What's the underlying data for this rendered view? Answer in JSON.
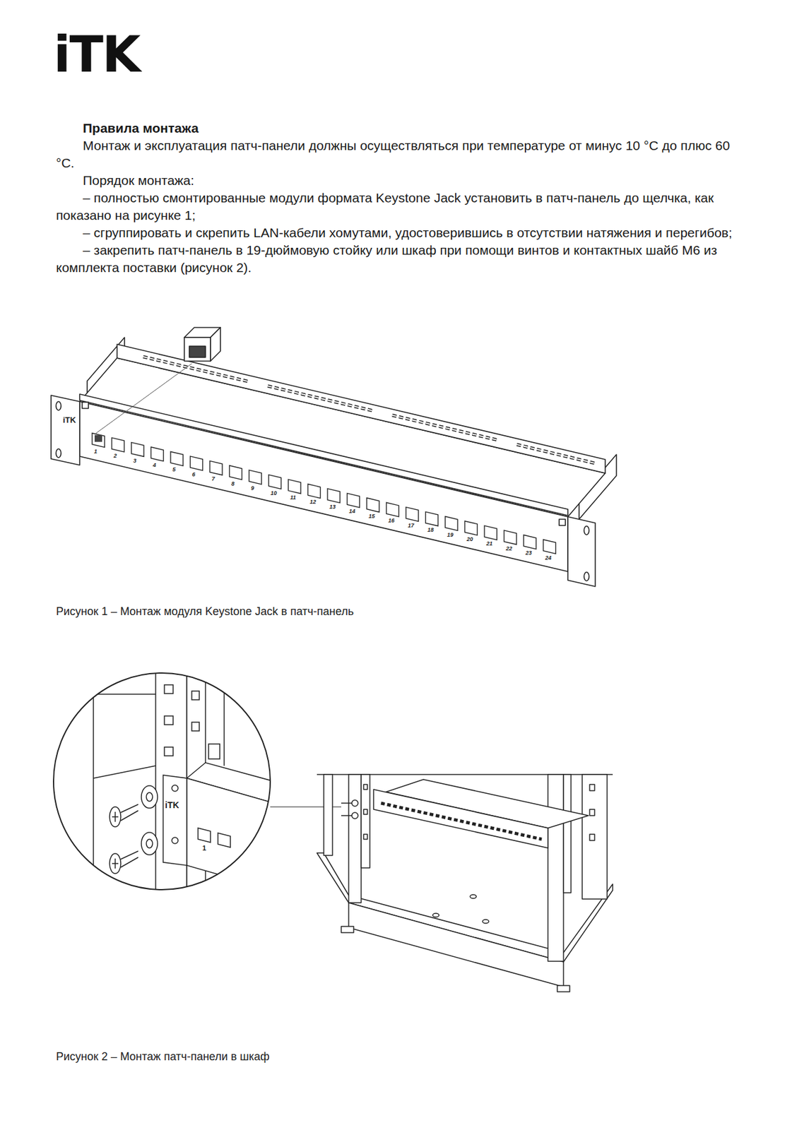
{
  "diagram": {
    "title": "Правила монтажа",
    "labels": [
      "iTK",
      "Монтаж и эксплуатация патч-панели должны осуществляться при температуре от минус 10 °C до плюс 60 °C.",
      "Порядок монтажа:",
      "– полностью смонтированные модули формата Keystone Jack установить в патч-панель до щелчка, как показано на рисунке 1;",
      "– сгруппировать и скрепить LAN-кабели хомутами, удостоверившись в отсутствии натяжения и перегибов;",
      "– закрепить патч-панель в 19-дюймовую стойку или шкаф при помощи винтов и контактных шайб М6 из комплекта поставки (рисунок 2).",
      "iTK",
      "1",
      "2",
      "3",
      "4",
      "5",
      "6",
      "7",
      "8",
      "9",
      "10",
      "11",
      "12",
      "13",
      "14",
      "15",
      "16",
      "17",
      "18",
      "19",
      "20",
      "21",
      "22",
      "23",
      "24",
      "Рисунок 1 – Монтаж модуля Keystone Jack в патч-панель",
      "iTK",
      "1",
      "Рисунок 2 – Монтаж патч-панели в шкаф"
    ]
  }
}
